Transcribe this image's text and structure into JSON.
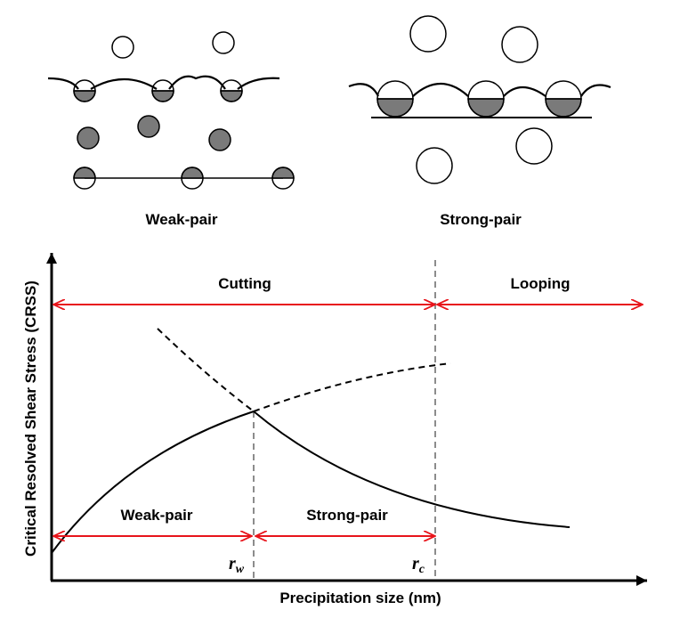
{
  "illustrations": {
    "weak_pair_label": "Weak-pair",
    "strong_pair_label": "Strong-pair"
  },
  "chart": {
    "y_axis_label": "Critical Resolved Shear Stress (CRSS)",
    "x_axis_label": "Precipitation size (nm)",
    "region_cutting": "Cutting",
    "region_looping": "Looping",
    "region_weak_pair": "Weak-pair",
    "region_strong_pair": "Strong-pair",
    "rw_symbol": "r",
    "rw_subscript": "w",
    "rc_symbol": "r",
    "rc_subscript": "c"
  },
  "colors": {
    "arrow": "#e8141b",
    "precipitate": "#7a7a7a"
  }
}
